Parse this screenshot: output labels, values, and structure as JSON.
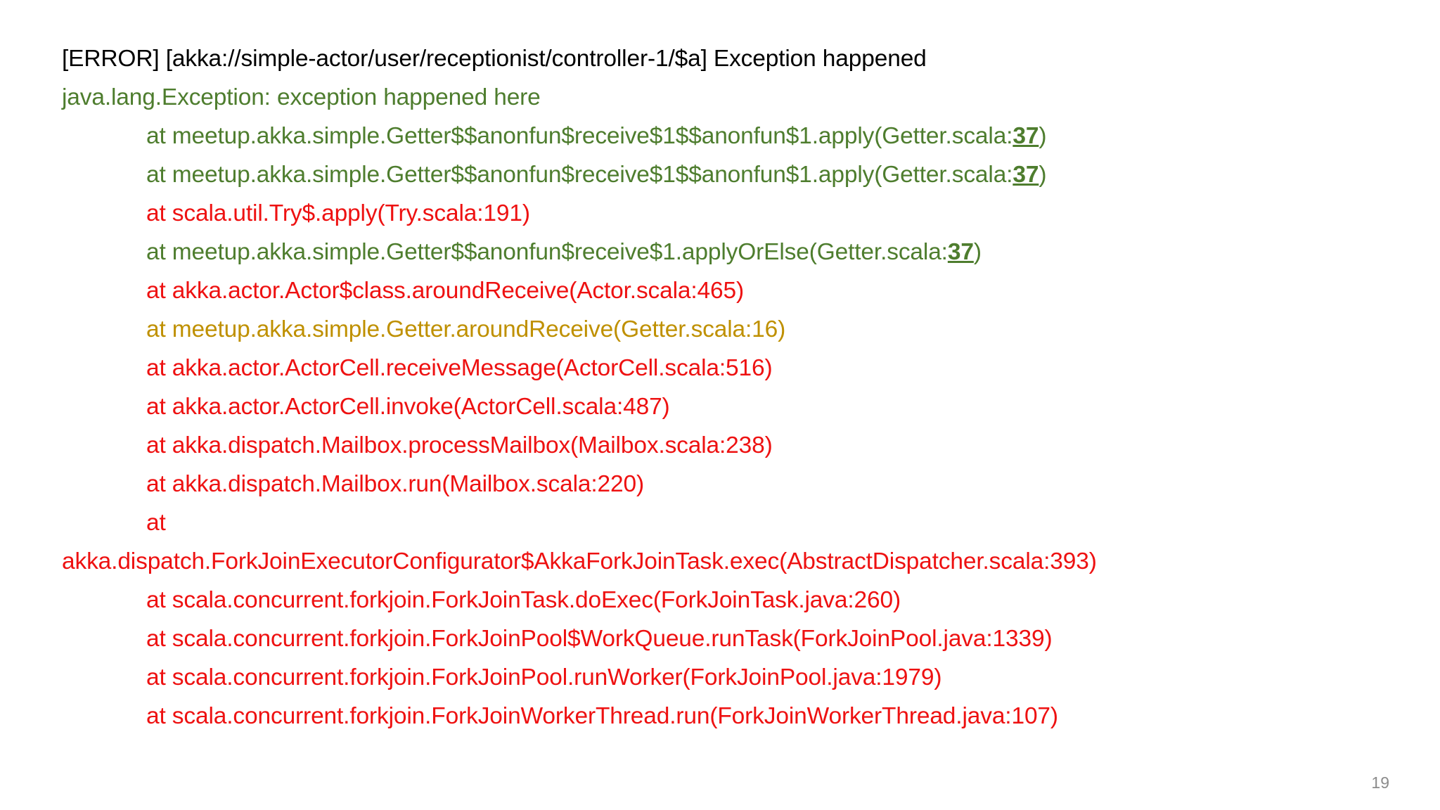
{
  "slide": {
    "page_number": "19",
    "colors": {
      "background": "#ffffff",
      "header": "#000000",
      "app_code": "#4e7d2e",
      "framework_code": "#ee1111",
      "highlight": "#bf9000",
      "page_number": "#8c8c8c"
    }
  },
  "log": {
    "header": "[ERROR] [akka://simple-actor/user/receptionist/controller-1/$a] Exception happened",
    "exception": "java.lang.Exception: exception happened here",
    "frames": [
      {
        "text_before": "at meetup.akka.simple.Getter$$anonfun$receive$1$$anonfun$1.apply(Getter.scala:",
        "line_no": "37",
        "text_after": ")",
        "color": "app_code",
        "indent": true
      },
      {
        "text_before": "at meetup.akka.simple.Getter$$anonfun$receive$1$$anonfun$1.apply(Getter.scala:",
        "line_no": "37",
        "text_after": ")",
        "color": "app_code",
        "indent": true
      },
      {
        "text_before": "at scala.util.Try$.apply(Try.scala:191)",
        "line_no": "",
        "text_after": "",
        "color": "framework_code",
        "indent": true
      },
      {
        "text_before": "at meetup.akka.simple.Getter$$anonfun$receive$1.applyOrElse(Getter.scala:",
        "line_no": "37",
        "text_after": ")",
        "color": "app_code",
        "indent": true
      },
      {
        "text_before": "at akka.actor.Actor$class.aroundReceive(Actor.scala:465)",
        "line_no": "",
        "text_after": "",
        "color": "framework_code",
        "indent": true
      },
      {
        "text_before": "at meetup.akka.simple.Getter.aroundReceive(Getter.scala:16)",
        "line_no": "",
        "text_after": "",
        "color": "highlight",
        "indent": true
      },
      {
        "text_before": "at akka.actor.ActorCell.receiveMessage(ActorCell.scala:516)",
        "line_no": "",
        "text_after": "",
        "color": "framework_code",
        "indent": true
      },
      {
        "text_before": "at akka.actor.ActorCell.invoke(ActorCell.scala:487)",
        "line_no": "",
        "text_after": "",
        "color": "framework_code",
        "indent": true
      },
      {
        "text_before": "at akka.dispatch.Mailbox.processMailbox(Mailbox.scala:238)",
        "line_no": "",
        "text_after": "",
        "color": "framework_code",
        "indent": true
      },
      {
        "text_before": "at akka.dispatch.Mailbox.run(Mailbox.scala:220)",
        "line_no": "",
        "text_after": "",
        "color": "framework_code",
        "indent": true
      }
    ],
    "wrapped_frame": {
      "head": "at",
      "continuation": "akka.dispatch.ForkJoinExecutorConfigurator$AkkaForkJoinTask.exec(AbstractDispatcher.scala:393)",
      "color": "framework_code"
    },
    "tail_frames": [
      {
        "text": "at scala.concurrent.forkjoin.ForkJoinTask.doExec(ForkJoinTask.java:260)",
        "color": "framework_code"
      },
      {
        "text": "at scala.concurrent.forkjoin.ForkJoinPool$WorkQueue.runTask(ForkJoinPool.java:1339)",
        "color": "framework_code"
      },
      {
        "text": "at scala.concurrent.forkjoin.ForkJoinPool.runWorker(ForkJoinPool.java:1979)",
        "color": "framework_code"
      },
      {
        "text": "at scala.concurrent.forkjoin.ForkJoinWorkerThread.run(ForkJoinWorkerThread.java:107)",
        "color": "framework_code"
      }
    ]
  }
}
